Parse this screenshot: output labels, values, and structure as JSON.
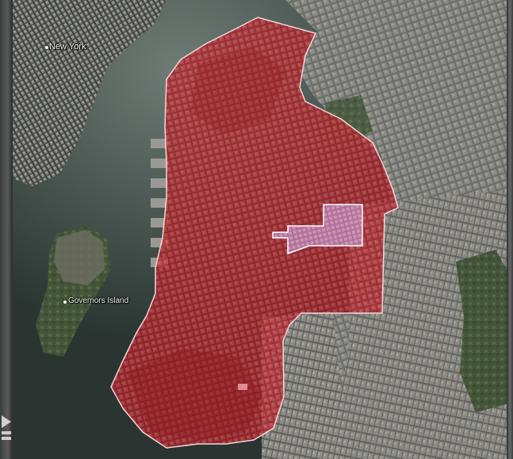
{
  "map": {
    "view": "satellite",
    "labels": {
      "new_york": "New York",
      "governors_island": "Governors Island"
    },
    "regions": {
      "primary_area": {
        "fill": "#c0282e",
        "fill_opacity": 0.72,
        "stroke": "#f4d6d8"
      },
      "secondary_area": {
        "fill": "#c98fbe",
        "fill_opacity": 0.8,
        "stroke": "#ffffff"
      }
    },
    "colors": {
      "water": "#2f3a36",
      "land_urban": "#5f615e",
      "park_green": "#4b5c3a"
    }
  }
}
